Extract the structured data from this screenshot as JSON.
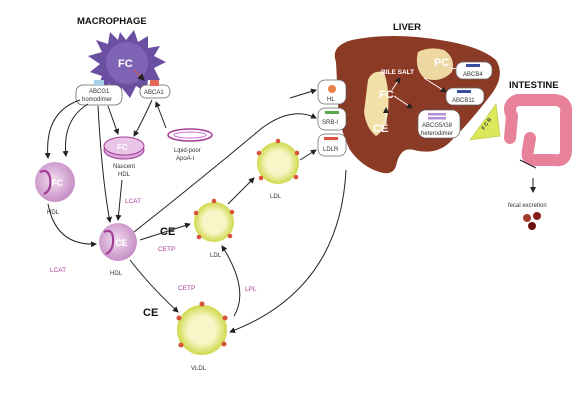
{
  "titles": {
    "macrophage": "MACROPHAGE",
    "liver": "LIVER",
    "intestine": "INTESTINE"
  },
  "macrophage": {
    "fc": "FC",
    "abcg1_line1": "ABCG1",
    "abcg1_line2": "homodimer",
    "abca1": "ABCA1"
  },
  "particles": {
    "nascent_hdl_fc": "FC",
    "nascent_hdl_line1": "Nascent",
    "nascent_hdl_line2": "HDL",
    "apoa1_line1": "Lipid-poor",
    "apoa1_line2": "ApoA-I",
    "hdl_fc_core": "FC",
    "hdl_fc_label": "HDL",
    "hdl_ce_core": "CE",
    "hdl_ce_label": "HDL",
    "ldl_small_label": "LDL",
    "ldl_large_label": "LDL",
    "vldl_label": "VLDL"
  },
  "enzymes": {
    "lcat_upper": "LCAT",
    "lcat_lower": "LCAT",
    "cetp_upper": "CETP",
    "cetp_lower": "CETP",
    "lpl": "LPL"
  },
  "ce_labels": {
    "upper": "CE",
    "lower": "CE"
  },
  "liver": {
    "bile_salt": "BILE SALT",
    "fc": "FC",
    "ce": "CE",
    "pc": "PC",
    "abcb4": "ABCB4",
    "abcb11": "ABCB11",
    "abcg5g8_line1": "ABCG5/G8",
    "abcg5g8_line2": "heterodimer",
    "receptor_hl": "HL",
    "receptor_srbi": "SRB-I",
    "receptor_ldlr": "LDLR",
    "gallbladder_mark": "F C B"
  },
  "intestine": {
    "excretion": "fecal excretion"
  },
  "colors": {
    "macrophage": "#6b4fa0",
    "hdl_core": "#d9b8d8",
    "liver": "#8b3a26",
    "liver_inner": "#f3e0a8",
    "particle_shell": "#d8df52",
    "particle_core": "#f8f6c8",
    "apoprotein_dot": "#d9533c",
    "intestine": "#e8829a",
    "enzyme_text": "#a23d96",
    "gallbladder": "#dbe85a",
    "feces": "#8b1a1a"
  }
}
